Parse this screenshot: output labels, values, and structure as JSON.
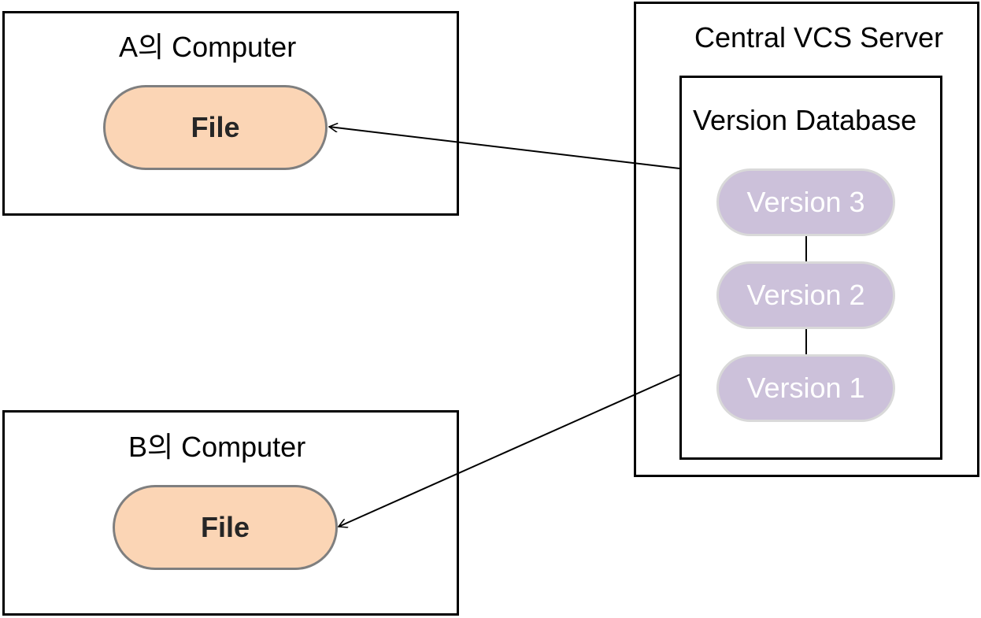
{
  "computer_a": {
    "title": "A의 Computer",
    "file_label": "File"
  },
  "computer_b": {
    "title": "B의 Computer",
    "file_label": "File"
  },
  "server": {
    "title": "Central VCS Server",
    "database": {
      "title": "Version Database",
      "versions": [
        "Version 3",
        "Version 2",
        "Version 1"
      ]
    }
  },
  "colors": {
    "file_fill": "#fbd5b5",
    "file_border": "#7f7f7f",
    "version_fill": "#ccc1da",
    "version_border": "#d9d9d9",
    "version_text": "#ffffff",
    "box_border": "#000000"
  }
}
